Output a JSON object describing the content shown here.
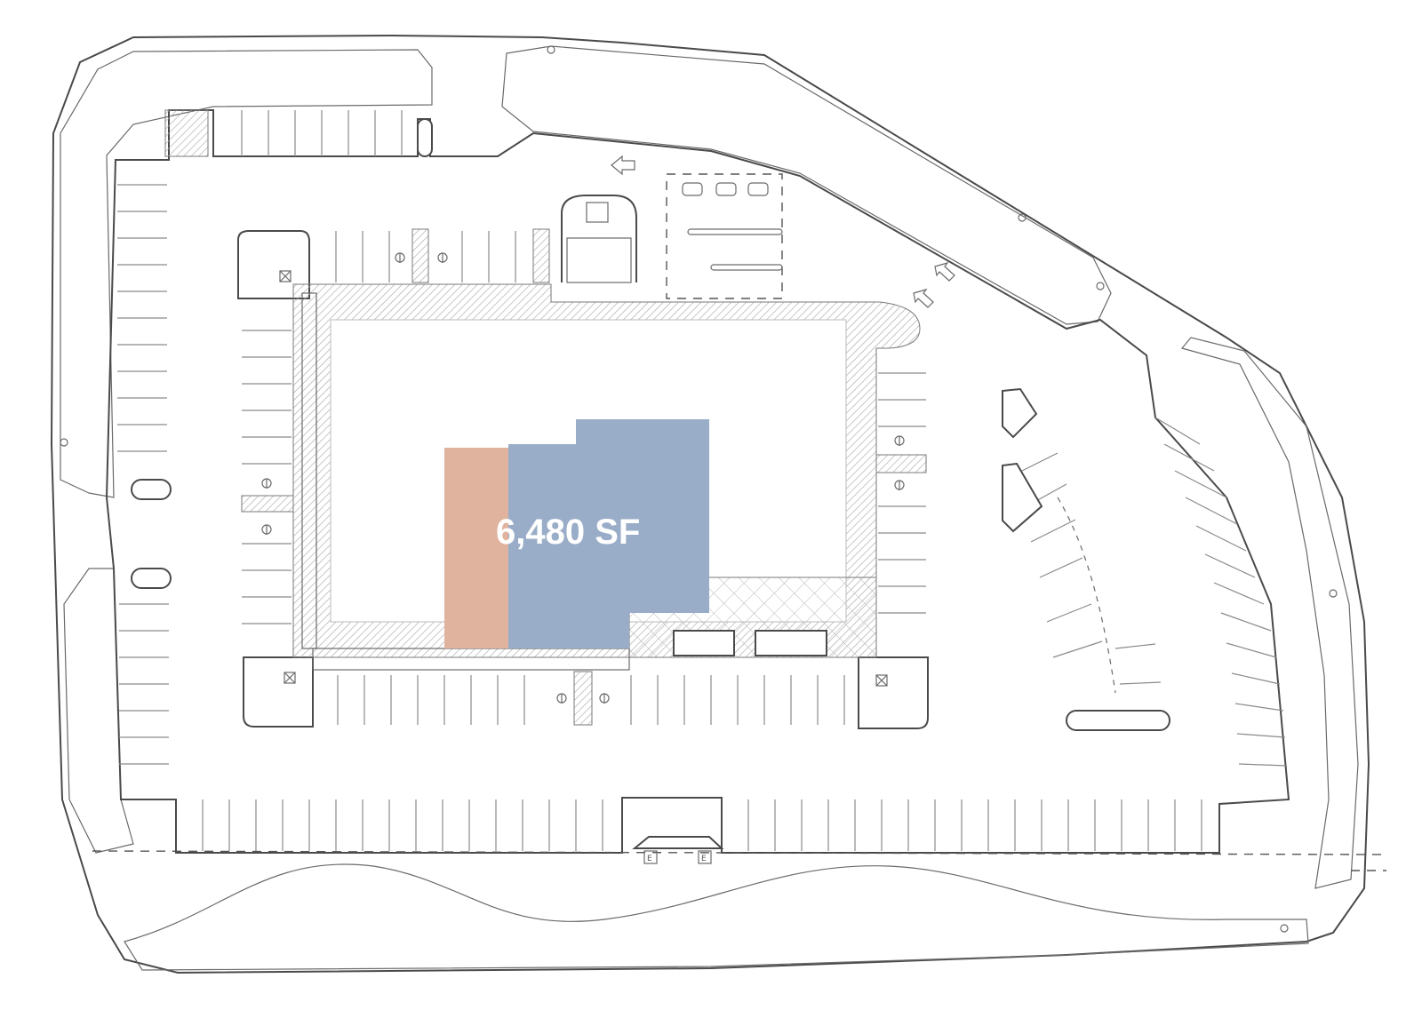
{
  "site_plan": {
    "suite_label": "6,480 SF",
    "colors": {
      "highlight_suite": "#9aadc8",
      "adjacent_suite": "#e0b39e",
      "linework": "#4a4a4a",
      "background": "#ffffff"
    },
    "markers": {
      "e_left": "E",
      "e_right": "E"
    },
    "icons": [
      "handicap-parking-icon",
      "direction-arrow-icon",
      "light-pole-icon",
      "transformer-icon"
    ]
  }
}
